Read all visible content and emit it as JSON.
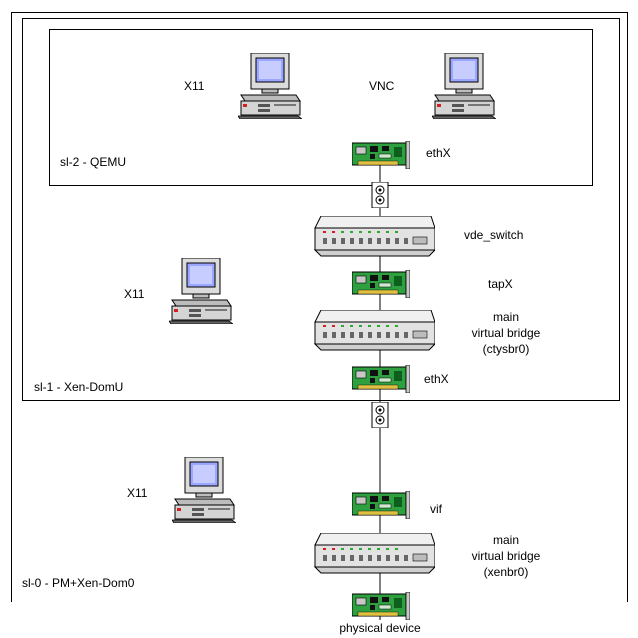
{
  "layers": {
    "sl2": "sl-2 - QEMU",
    "sl1": "sl-1 - Xen-DomU",
    "sl0": "sl-0 - PM+Xen-Dom0"
  },
  "nodes": {
    "sl2_x11": "X11",
    "sl2_vnc": "VNC",
    "sl2_ethx": "ethX",
    "vde_switch": "vde_switch",
    "tapx": "tapX",
    "sl1_x11": "X11",
    "sl1_bridge_line1": "main",
    "sl1_bridge_line2": "virtual bridge",
    "sl1_bridge_line3": "(ctysbr0)",
    "sl1_ethx": "ethX",
    "sl0_x11": "X11",
    "vif": "vif",
    "sl0_bridge_line1": "main",
    "sl0_bridge_line2": "virtual bridge",
    "sl0_bridge_line3": "(xenbr0)",
    "physical_device": "physical device"
  },
  "icons": {
    "pc": "desktop-computer-icon",
    "nic": "network-card-icon",
    "switch": "network-switch-icon",
    "plug": "connector-plug-icon"
  },
  "colors": {
    "pcbody": "#d8d8d8",
    "screen": "#9aa6ff",
    "nic_board": "#2ea040",
    "nic_bracket": "#c8c8c8",
    "switch_body": "#e4e4e4"
  }
}
